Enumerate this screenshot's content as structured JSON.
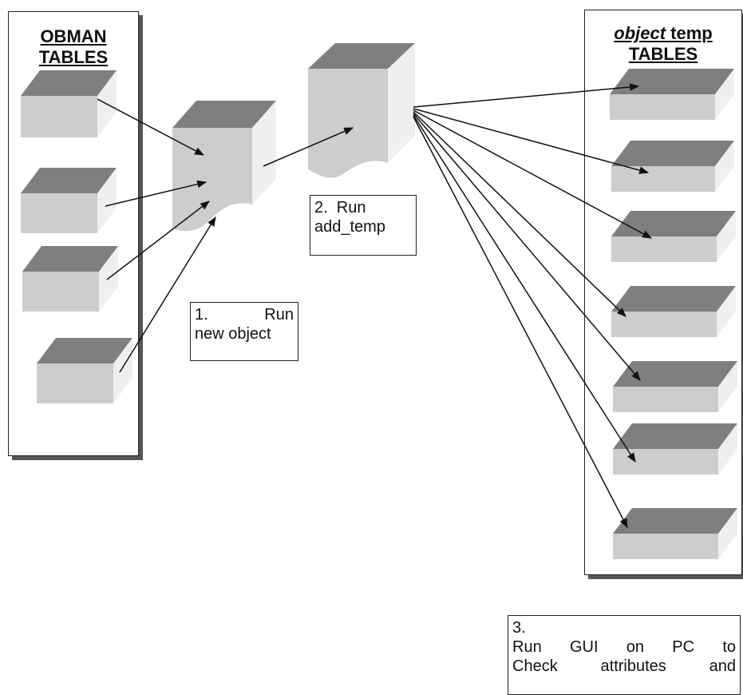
{
  "left_panel": {
    "title_line1": "OBMAN",
    "title_line2": "TABLES"
  },
  "right_panel": {
    "title_italic": "object",
    "title_rest": " temp",
    "title_line2": "TABLES"
  },
  "step1": {
    "line1_num": "1.",
    "line1_word": "Run",
    "line2": "new object"
  },
  "step2": {
    "line1": "2.  Run",
    "line2": "add_temp"
  },
  "step3": {
    "line1": "3.",
    "line2": "Run GUI on PC to",
    "line3": "Check attributes and"
  },
  "colors": {
    "top": "#7f7f7f",
    "front": "#cdcdcd",
    "side": "#efefef",
    "panel_shadow": "#555555"
  }
}
